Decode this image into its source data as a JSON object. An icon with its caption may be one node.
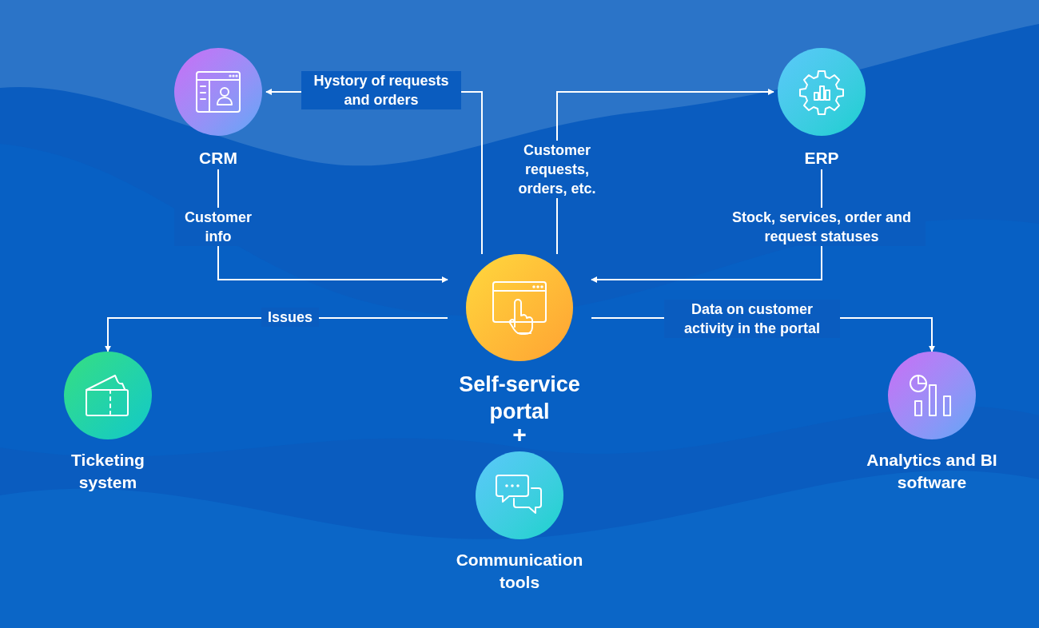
{
  "diagram": {
    "nodes": [
      {
        "text": [
          "CRM"
        ]
      },
      {
        "text": [
          "ERP"
        ]
      },
      {
        "text": [
          "Self-service portal"
        ]
      },
      {
        "text": [
          "Ticketing system"
        ]
      },
      {
        "text": [
          "Communication tools"
        ]
      },
      {
        "text": [
          "Analytics and BI software"
        ]
      }
    ],
    "edges": [
      {
        "from": 2,
        "to": 0,
        "arrow": "to",
        "label": "Hystory of requests and orders"
      },
      {
        "from": 2,
        "to": 1,
        "arrow": "to",
        "label": "Customer requests, orders, etc."
      },
      {
        "from": 0,
        "to": 2,
        "arrow": "to",
        "label": "Customer info"
      },
      {
        "from": 1,
        "to": 2,
        "arrow": "to",
        "label": "Stock, services, order and request statuses"
      },
      {
        "from": 2,
        "to": 3,
        "arrow": "to",
        "label": "Issues"
      },
      {
        "from": 2,
        "to": 5,
        "arrow": "to",
        "label": "Data on customer activity in the portal"
      }
    ],
    "labels": [
      "+"
    ]
  }
}
